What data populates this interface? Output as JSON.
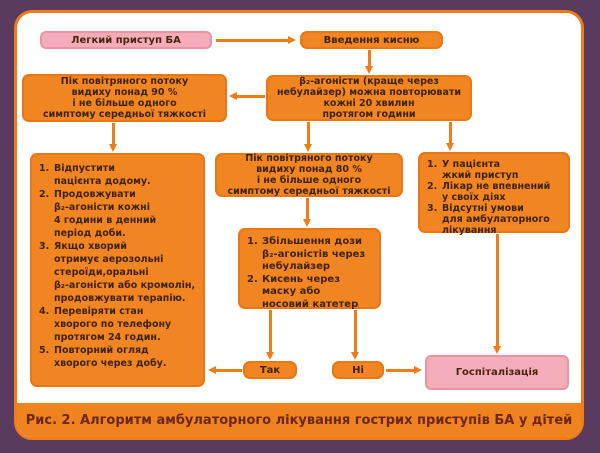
{
  "colors": {
    "frame_purple": "#5a3a5e",
    "orange": "#f08521",
    "orange_border": "#e87714",
    "pink": "#f4adb8",
    "box_text": "#3f2310",
    "caption_text": "#6e2619",
    "arrow": "#ee7c17"
  },
  "caption": "Рис. 2. Алгоритм амбулаторного лікування гострих приступів БА у дітей",
  "nodes": {
    "mild_attack": {
      "label": "Легкий приступ БА"
    },
    "oxygen": {
      "label": "Введення кисню"
    },
    "peak90": {
      "lines": [
        "Пік повітряного потоку",
        "видиху понад 90 %",
        "і не більше одного",
        "симптому середньої тяжкості"
      ]
    },
    "beta_agonists": {
      "lines": [
        "β₂-агоністи (краще через",
        "небулайзер) можна повторювати",
        "кожні 20 хвилин",
        "протягом години"
      ]
    },
    "home_care": {
      "items": [
        {
          "num": "1.",
          "lines": [
            "Відпустити",
            "пацієнта додому."
          ]
        },
        {
          "num": "2.",
          "lines": [
            "Продовжувати",
            "β₂-агоністи кожні",
            "4 години в денний",
            "період доби."
          ]
        },
        {
          "num": "3.",
          "lines": [
            "Якщо хворий",
            "отримує аерозольні",
            "стероїди,оральні",
            "β₂-агоністи або кромолін,",
            "продовжувати терапію."
          ]
        },
        {
          "num": "4.",
          "lines": [
            "Перевіряти стан",
            "хворого по телефону",
            "протягом 24 годин."
          ]
        },
        {
          "num": "5.",
          "lines": [
            "Повторний огляд",
            "хворого через добу."
          ]
        }
      ]
    },
    "peak80": {
      "lines": [
        "Пік повітряного потоку",
        "видиху понад 80 %",
        "і не більше одного",
        "симптому середньої тяжкості"
      ]
    },
    "severe_criteria": {
      "items": [
        {
          "num": "1.",
          "lines": [
            "У пацієнта",
            "жкий приступ"
          ]
        },
        {
          "num": "2.",
          "lines": [
            "Лікар не впевнений",
            "у своїх діях"
          ]
        },
        {
          "num": "3.",
          "lines": [
            "Відсутні умови",
            "для  амбулаторного",
            "лікування"
          ]
        }
      ]
    },
    "increase_dose": {
      "items": [
        {
          "num": "1.",
          "lines": [
            "Збільшення дози",
            "β₂-агоністів через",
            "небулайзер"
          ]
        },
        {
          "num": "2.",
          "lines": [
            "Кисень через",
            "маску або",
            "носовий катетер"
          ]
        }
      ]
    },
    "yes": {
      "label": "Так"
    },
    "no": {
      "label": "Ні"
    },
    "hospitalization": {
      "label": "Госпіталізація"
    }
  }
}
